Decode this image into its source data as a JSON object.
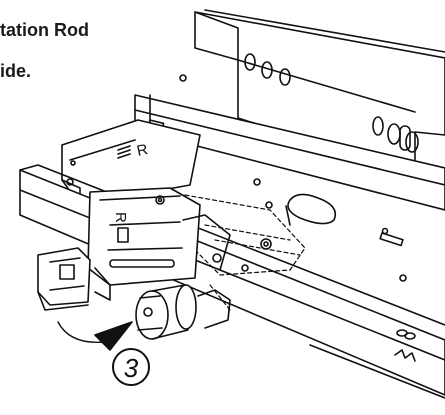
{
  "caption": {
    "line1": "tation Rod",
    "line2": "ide."
  },
  "diagram": {
    "step_number": "3",
    "marker_left": "R",
    "marker_right": "R"
  }
}
